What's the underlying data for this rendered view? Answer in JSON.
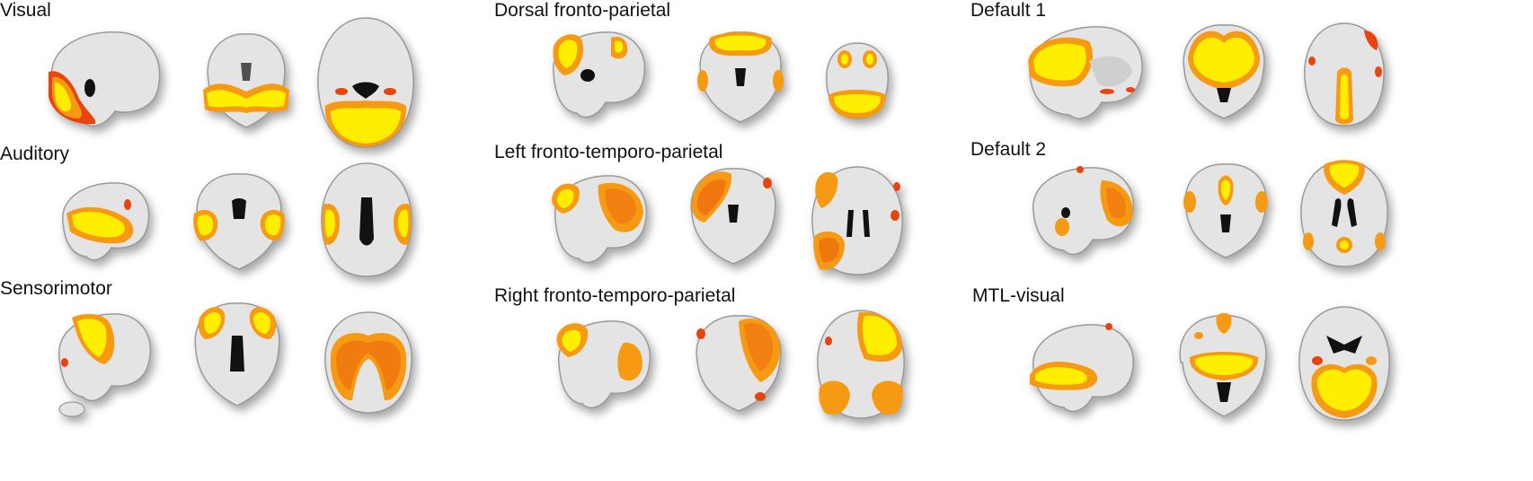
{
  "colors": {
    "background": "#ffffff",
    "brain_tissue": "#e4e4e4",
    "brain_edge": "#9a9a9a",
    "activation_outer": "#e8440e",
    "activation_mid": "#f59a12",
    "activation_core": "#ffee00"
  },
  "networks": [
    {
      "name": "Visual",
      "views": [
        "sagittal",
        "coronal",
        "axial"
      ]
    },
    {
      "name": "Auditory",
      "views": [
        "sagittal",
        "coronal",
        "axial"
      ]
    },
    {
      "name": "Sensorimotor",
      "views": [
        "sagittal",
        "coronal",
        "axial"
      ]
    },
    {
      "name": "Dorsal fronto-parietal",
      "views": [
        "sagittal",
        "coronal",
        "axial"
      ]
    },
    {
      "name": "Left fronto-temporo-parietal",
      "views": [
        "sagittal",
        "coronal",
        "axial"
      ]
    },
    {
      "name": "Right fronto-temporo-parietal",
      "views": [
        "sagittal",
        "coronal",
        "axial"
      ]
    },
    {
      "name": "Default 1",
      "views": [
        "sagittal",
        "coronal",
        "axial"
      ]
    },
    {
      "name": "Default 2",
      "views": [
        "sagittal",
        "coronal",
        "axial"
      ]
    },
    {
      "name": "MTL-visual",
      "views": [
        "sagittal",
        "coronal",
        "axial"
      ]
    }
  ]
}
